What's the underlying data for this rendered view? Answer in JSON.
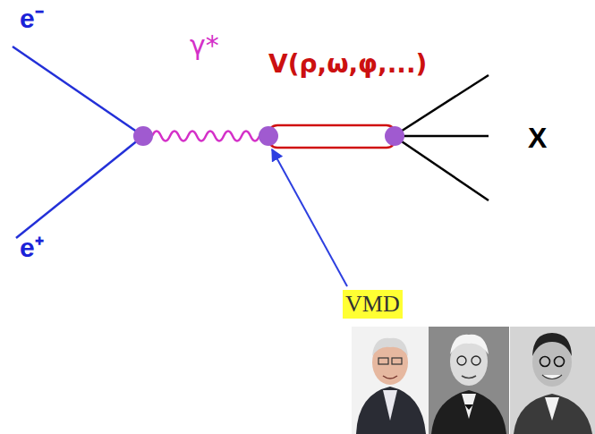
{
  "diagram": {
    "nodes": [
      {
        "text": [
          "VMD"
        ]
      }
    ],
    "labels": [
      "e⁻",
      "e⁺",
      "γ*",
      "V(ρ,ω,φ,...)",
      "X"
    ]
  }
}
